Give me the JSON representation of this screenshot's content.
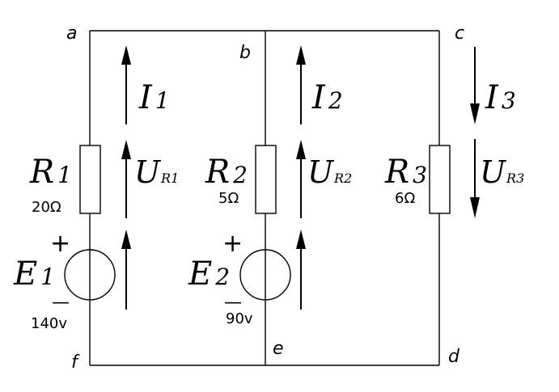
{
  "nodes": {
    "a": "a",
    "b": "b",
    "c": "c",
    "d": "d",
    "e": "e",
    "f": "f"
  },
  "currents": {
    "i1": {
      "letter": "I",
      "sub": "1"
    },
    "i2": {
      "letter": "I",
      "sub": "2"
    },
    "i3": {
      "letter": "I",
      "sub": "3"
    }
  },
  "voltages": {
    "ur1": {
      "letter": "U",
      "sub": "R1"
    },
    "ur2": {
      "letter": "U",
      "sub": "R2"
    },
    "ur3": {
      "letter": "U",
      "sub": "R3"
    }
  },
  "resistors": {
    "r1": {
      "letter": "R",
      "sub": "1",
      "value": "20Ω"
    },
    "r2": {
      "letter": "R",
      "sub": "2",
      "value": "5Ω"
    },
    "r3": {
      "letter": "R",
      "sub": "3",
      "value": "6Ω"
    }
  },
  "sources": {
    "e1": {
      "letter": "E",
      "sub": "1",
      "plus": "+",
      "minus": "—",
      "value": "140v"
    },
    "e2": {
      "letter": "E",
      "sub": "2",
      "plus": "+",
      "minus": "—",
      "value": "90v"
    }
  }
}
